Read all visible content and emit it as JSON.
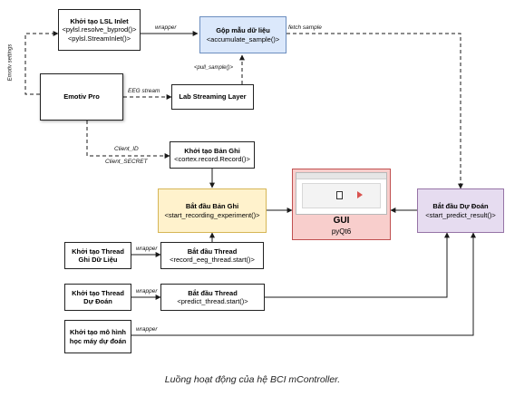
{
  "colors": {
    "accumulate_fill": "#dbe8fb",
    "accumulate_border": "#6c8ebf",
    "start_recording_fill": "#fff2cc",
    "start_recording_border": "#d6b656",
    "predict_fill": "#e6dcf0",
    "predict_border": "#9673a6",
    "gui_fill": "#f8cecc",
    "gui_border": "#c05050",
    "line": "#1a1a1a"
  },
  "nodes": {
    "lsl_inlet": {
      "title": "Khởi tạo LSL Inlet",
      "lines": [
        "<pylsl.resolve_byprod()>",
        "<pylsl.StreamInlet()>"
      ]
    },
    "accumulate": {
      "title": "Gộp mẫu dữ liệu",
      "lines": [
        "<accumulate_sample()>"
      ]
    },
    "emotiv": {
      "title": "Emotiv Pro"
    },
    "lsl_layer": {
      "title": "Lab Streaming Layer"
    },
    "init_record": {
      "title": "Khởi tạo Bản Ghi",
      "lines": [
        "<cortex.record.Record()>"
      ]
    },
    "start_record": {
      "title": "Bắt đầu Bản Ghi",
      "lines": [
        "<start_recording_experiment()>"
      ]
    },
    "gui": {
      "title": "GUI",
      "subtitle": "pyQt6"
    },
    "start_predict": {
      "title": "Bắt đầu Dự Đoán",
      "lines": [
        "<start_predict_result()>"
      ]
    },
    "init_thread_record": {
      "title": "Khởi tạo Thread",
      "lines": [
        "Ghi Dữ Liệu"
      ]
    },
    "start_thread_record": {
      "title": "Bắt đầu Thread",
      "lines": [
        "<record_eeg_thread.start()>"
      ]
    },
    "init_thread_predict": {
      "title": "Khởi tạo Thread",
      "lines": [
        "Dự Đoán"
      ]
    },
    "start_thread_predict": {
      "title": "Bắt đầu Thread",
      "lines": [
        "<predict_thread.start()>"
      ]
    },
    "init_model": {
      "title": "Khởi tạo mô hình",
      "lines": [
        "học máy dự đoán"
      ]
    }
  },
  "edge_labels": {
    "wrapper_top": "wrapper",
    "fetch_sample": "fetch sample",
    "pull_sample": "<pull_sample()>",
    "emotiv_settings": "Emotiv settings",
    "eeg_stream": "EEG stream",
    "client_id": "Client_ID",
    "client_secret": "Client_SECRET",
    "wrapper_thread_record": "wrapper",
    "wrapper_thread_predict": "wrapper",
    "wrapper_model": "wrapper"
  },
  "caption": "Luồng hoạt động của hệ BCI mController."
}
